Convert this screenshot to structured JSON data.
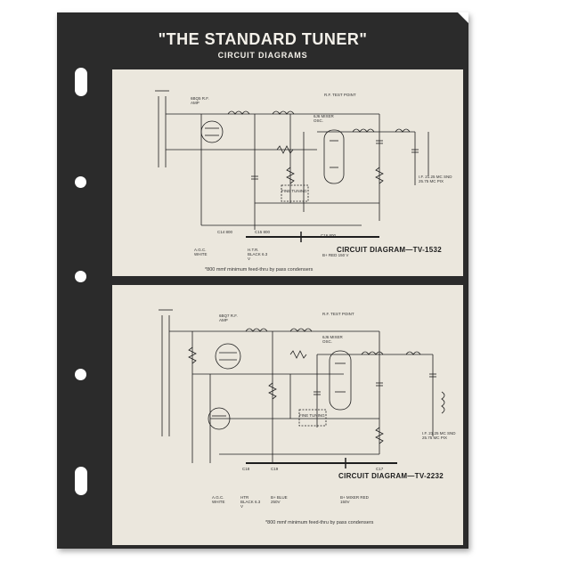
{
  "header": {
    "title": "\"THE STANDARD TUNER\"",
    "subtitle": "CIRCUIT DIAGRAMS"
  },
  "diagram1": {
    "caption": "CIRCUIT DIAGRAM—TV-1532",
    "note": "*800 mmf minimum feed-thru by pass condensers",
    "labels": {
      "rf_amp": "6BQ5 R.F. AMP",
      "rf_test_point": "R.F. TEST POINT",
      "mixer": "6J6 MIXER OSC.",
      "fine_tuning": "FINE TUNING",
      "if_out": "I.F. 21.25 MC SND 25.75 MC PIX",
      "agc": "A.G.C. WHITE",
      "htr": "H.T.R. BLACK 6.3 V",
      "bplus": "B+ RED 150 V",
      "c14": "C14 800",
      "c15": "C15 800",
      "c16": "C16 800"
    }
  },
  "diagram2": {
    "caption": "CIRCUIT DIAGRAM—TV-2232",
    "note": "*800 mmf minimum feed-thru by pass condensers",
    "labels": {
      "rf_amp": "6BQ7 R.F. AMP",
      "rf_test_point": "R.F. TEST POINT",
      "mixer": "6J6 MIXER OSC.",
      "fine_tuning": "FINE TUNING",
      "if_out": "I.F. 21.25 MC SND 25.75 MC PIX",
      "agc": "A.G.C. WHITE",
      "htr": "HTR BLACK 6.3 V",
      "b_plus_blue": "B+ BLUE 250V",
      "b_plus_mixer": "B+ MIXER RED 150V",
      "c18": "C18",
      "c19": "C19",
      "c17": "C17"
    }
  }
}
